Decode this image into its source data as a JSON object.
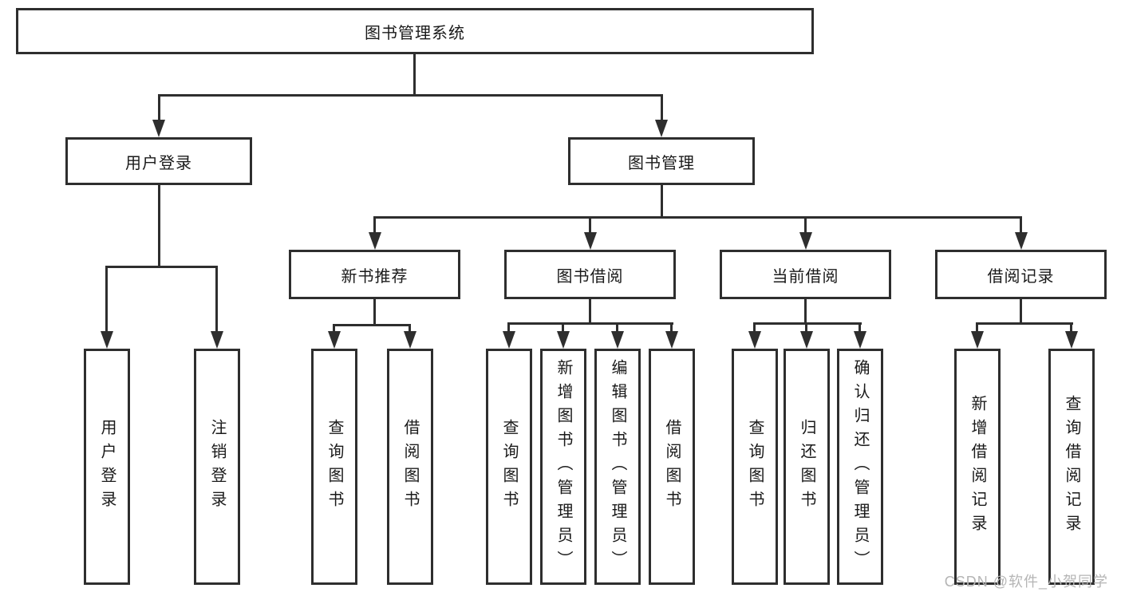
{
  "diagram_title": "图书管理系统",
  "root": {
    "label": "图书管理系统"
  },
  "level2": [
    {
      "label": "用户登录"
    },
    {
      "label": "图书管理"
    }
  ],
  "level3": [
    {
      "label": "新书推荐"
    },
    {
      "label": "图书借阅"
    },
    {
      "label": "当前借阅"
    },
    {
      "label": "借阅记录"
    }
  ],
  "leaves": [
    {
      "label": "用户登录"
    },
    {
      "label": "注销登录"
    },
    {
      "label": "查询图书"
    },
    {
      "label": "借阅图书"
    },
    {
      "label": "查询图书"
    },
    {
      "label": "新增图书（管理员）"
    },
    {
      "label": "编辑图书（管理员）"
    },
    {
      "label": "借阅图书"
    },
    {
      "label": "查询图书"
    },
    {
      "label": "归还图书"
    },
    {
      "label": "确认归还（管理员）"
    },
    {
      "label": "新增借阅记录"
    },
    {
      "label": "查询借阅记录"
    }
  ],
  "watermark": {
    "text": "CSDN @软件_小贺同学"
  },
  "colors": {
    "line": "#2e2e2e",
    "text": "#1a1a1a",
    "watermark": "#b5b5b5",
    "background": "#ffffff"
  }
}
